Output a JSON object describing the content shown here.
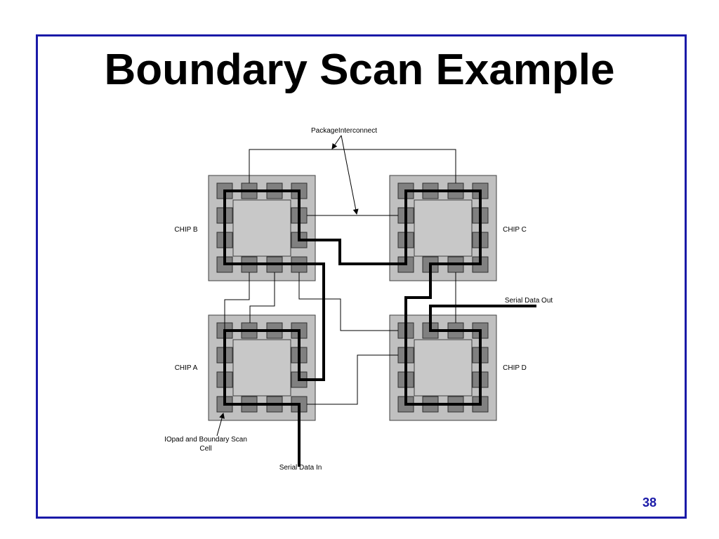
{
  "slide": {
    "title": "Boundary Scan Example",
    "number": "38"
  },
  "diagram": {
    "chips": [
      {
        "id": "a",
        "label": "CHIP A"
      },
      {
        "id": "b",
        "label": "CHIP B"
      },
      {
        "id": "c",
        "label": "CHIP C"
      },
      {
        "id": "d",
        "label": "CHIP D"
      }
    ],
    "labels": {
      "package_interconnect": "PackageInterconnect",
      "serial_data_out": "Serial Data Out",
      "serial_data_in": "Serial Data In",
      "iopad_line1": "IOpad and Boundary Scan",
      "iopad_line2": "Cell"
    },
    "colors": {
      "frame": "#1a1aa8",
      "chip_outer": "#c0c0c0",
      "chip_inner": "#c8c8c8",
      "pad": "#808080",
      "slide_number": "#1a1aa8"
    }
  }
}
